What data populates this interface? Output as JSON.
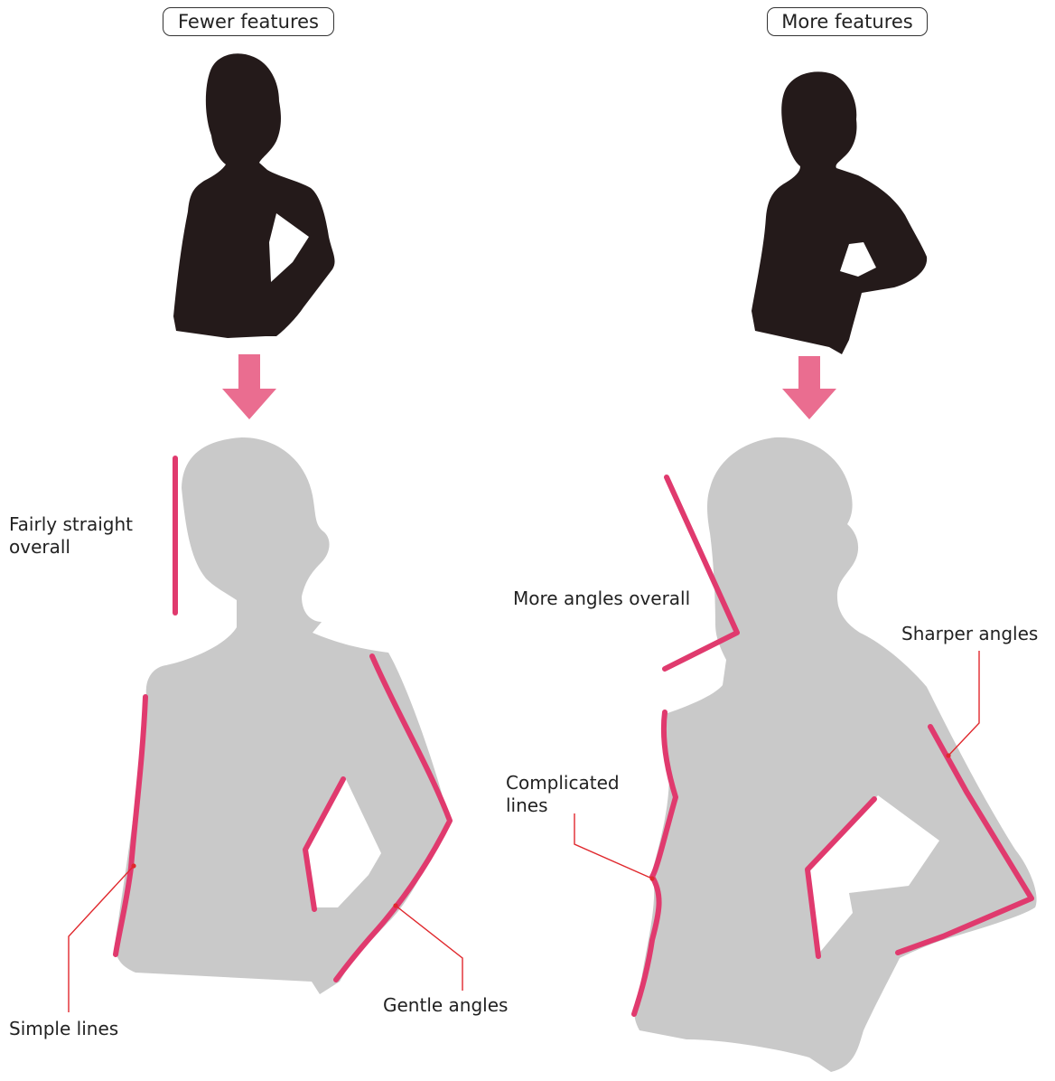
{
  "headers": {
    "left": "Fewer features",
    "right": "More features"
  },
  "left_annotations": {
    "fairly_straight": "Fairly straight\noverall",
    "simple_lines": "Simple lines",
    "gentle_angles": "Gentle angles"
  },
  "right_annotations": {
    "more_angles": "More angles overall",
    "sharper_angles": "Sharper angles",
    "complicated_lines": "Complicated\nlines"
  },
  "colors": {
    "silhouette": "#241a1a",
    "figure": "#c9c9c9",
    "accent": "#e03a6e",
    "arrow": "#ea6d90",
    "leader": "#e0282d"
  }
}
